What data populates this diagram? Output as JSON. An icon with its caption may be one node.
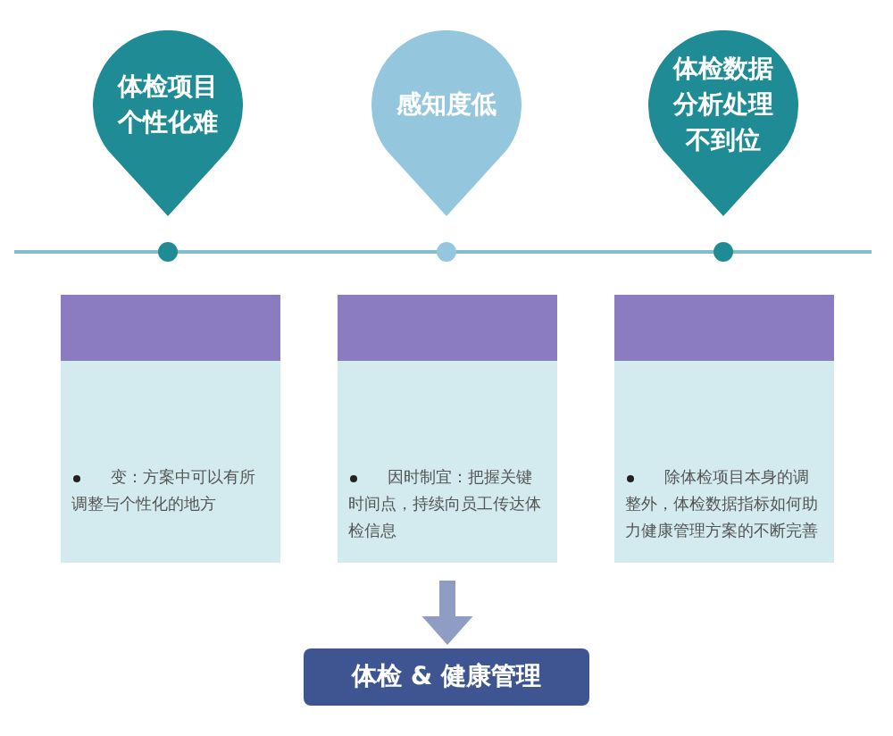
{
  "diagram": {
    "nodes": [
      {
        "text": [
          "体检项目个性化难"
        ]
      },
      {
        "text": [
          "感知度低"
        ]
      },
      {
        "text": [
          "体检数据分析处理不到位"
        ]
      },
      {
        "text": [
          "变：方案中可以有所调整与个性化的地方"
        ]
      },
      {
        "text": [
          "因时制宜：把握关键时间点，持续向员工传达体检信息"
        ]
      },
      {
        "text": [
          "除体检项目本身的调整外，体检数据指标如何助力健康管理方案的不断完善"
        ]
      },
      {
        "text": [
          "体检 & 健康管理"
        ]
      }
    ],
    "edges": [
      {
        "from": 4,
        "to": 6,
        "arrow": "to"
      }
    ]
  }
}
